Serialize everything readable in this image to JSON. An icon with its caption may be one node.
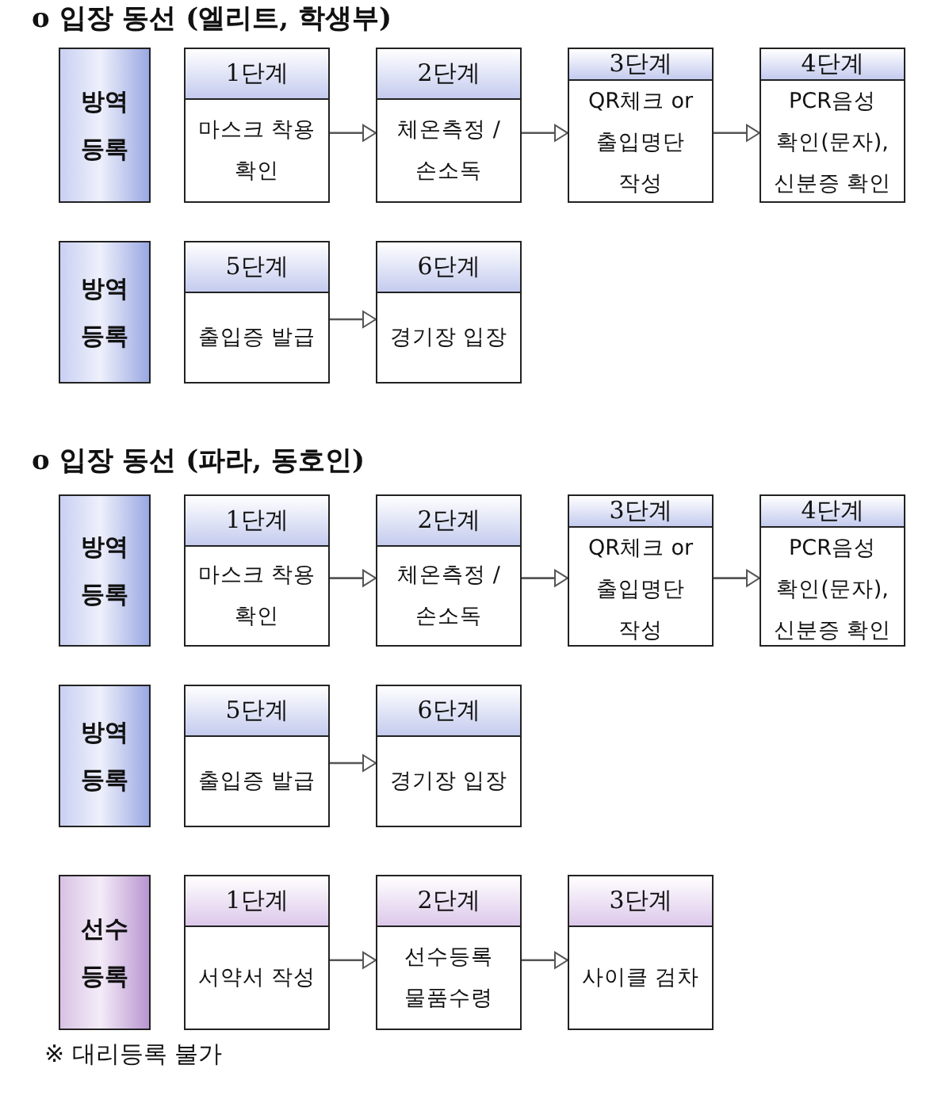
{
  "diagram": {
    "nodes": [
      {
        "text": [
          "방역 등록"
        ]
      },
      {
        "text": [
          "1단계",
          "마스크 착용 확인"
        ]
      },
      {
        "text": [
          "2단계",
          "체온측정 /손소독"
        ]
      },
      {
        "text": [
          "3단계",
          "QR체크 or 출입명단 작성"
        ]
      },
      {
        "text": [
          "4단계",
          "PCR음성 확인(문자), 신분증 확인"
        ]
      },
      {
        "text": [
          "방역 등록"
        ]
      },
      {
        "text": [
          "5단계",
          "출입증 발급"
        ]
      },
      {
        "text": [
          "6단계",
          "경기장 입장"
        ]
      },
      {
        "text": [
          "방역 등록"
        ]
      },
      {
        "text": [
          "1단계",
          "마스크 착용 확인"
        ]
      },
      {
        "text": [
          "2단계",
          "체온측정 /손소독"
        ]
      },
      {
        "text": [
          "3단계",
          "QR체크 or 출입명단 작성"
        ]
      },
      {
        "text": [
          "4단계",
          "PCR음성 확인(문자), 신분증 확인"
        ]
      },
      {
        "text": [
          "방역 등록"
        ]
      },
      {
        "text": [
          "5단계",
          "출입증 발급"
        ]
      },
      {
        "text": [
          "6단계",
          "경기장 입장"
        ]
      },
      {
        "text": [
          "선수 등록"
        ]
      },
      {
        "text": [
          "1단계",
          "서약서 작성"
        ]
      },
      {
        "text": [
          "2단계",
          "선수등록 물품수령"
        ]
      },
      {
        "text": [
          "3단계",
          "사이클 검차"
        ]
      }
    ],
    "edges": [
      {
        "from": 1,
        "to": 2,
        "arrow": "to"
      },
      {
        "from": 2,
        "to": 3,
        "arrow": "to"
      },
      {
        "from": 3,
        "to": 4,
        "arrow": "to"
      },
      {
        "from": 6,
        "to": 7,
        "arrow": "to"
      },
      {
        "from": 9,
        "to": 10,
        "arrow": "to"
      },
      {
        "from": 10,
        "to": 11,
        "arrow": "to"
      },
      {
        "from": 11,
        "to": 12,
        "arrow": "to"
      },
      {
        "from": 14,
        "to": 15,
        "arrow": "to"
      },
      {
        "from": 17,
        "to": 18,
        "arrow": "to"
      },
      {
        "from": 18,
        "to": 19,
        "arrow": "to"
      }
    ],
    "labels": [
      "o 입장 동선 (엘리트, 학생부)",
      "o 입장 동선 (파라, 동호인)",
      "※ 대리등록 불가"
    ]
  }
}
